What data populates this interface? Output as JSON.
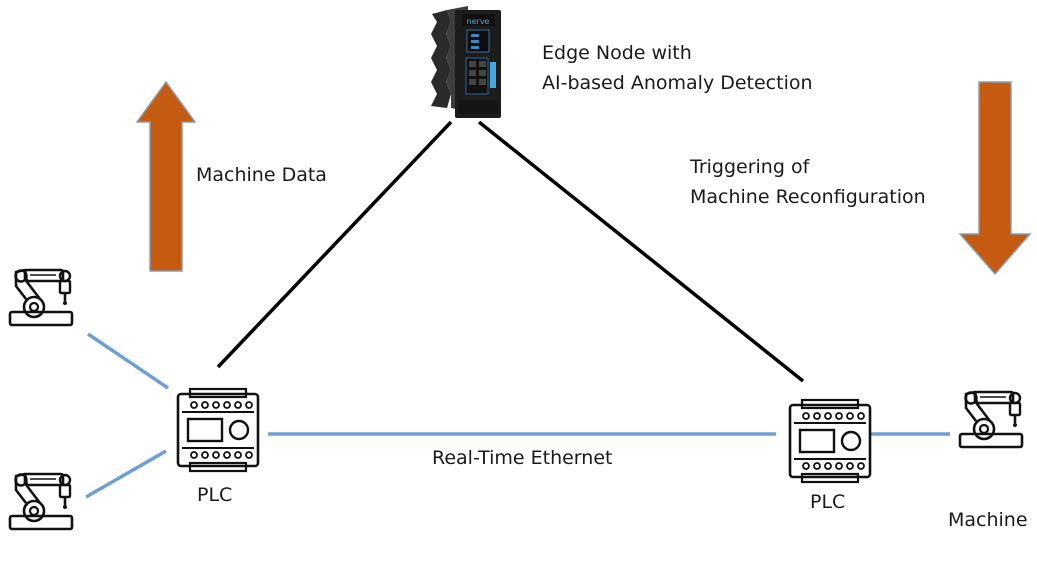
{
  "edge_node": {
    "title_line1": "Edge Node with",
    "title_line2": "AI-based Anomaly Detection",
    "device_brand": "nerve"
  },
  "flows": {
    "up_label": "Machine Data",
    "down_label_line1": "Triggering of",
    "down_label_line2": "Machine Reconfiguration"
  },
  "network": {
    "bus_label": "Real-Time Ethernet"
  },
  "plcs": [
    {
      "label": "PLC"
    },
    {
      "label": "PLC"
    }
  ],
  "machines": {
    "right_label": "Machine"
  },
  "colors": {
    "arrow": "#c55a11",
    "arrow_edge": "#8e9aaa",
    "ethernet_line": "#6e9fd2",
    "uplink_line": "#000000",
    "icon_stroke": "#111111"
  }
}
